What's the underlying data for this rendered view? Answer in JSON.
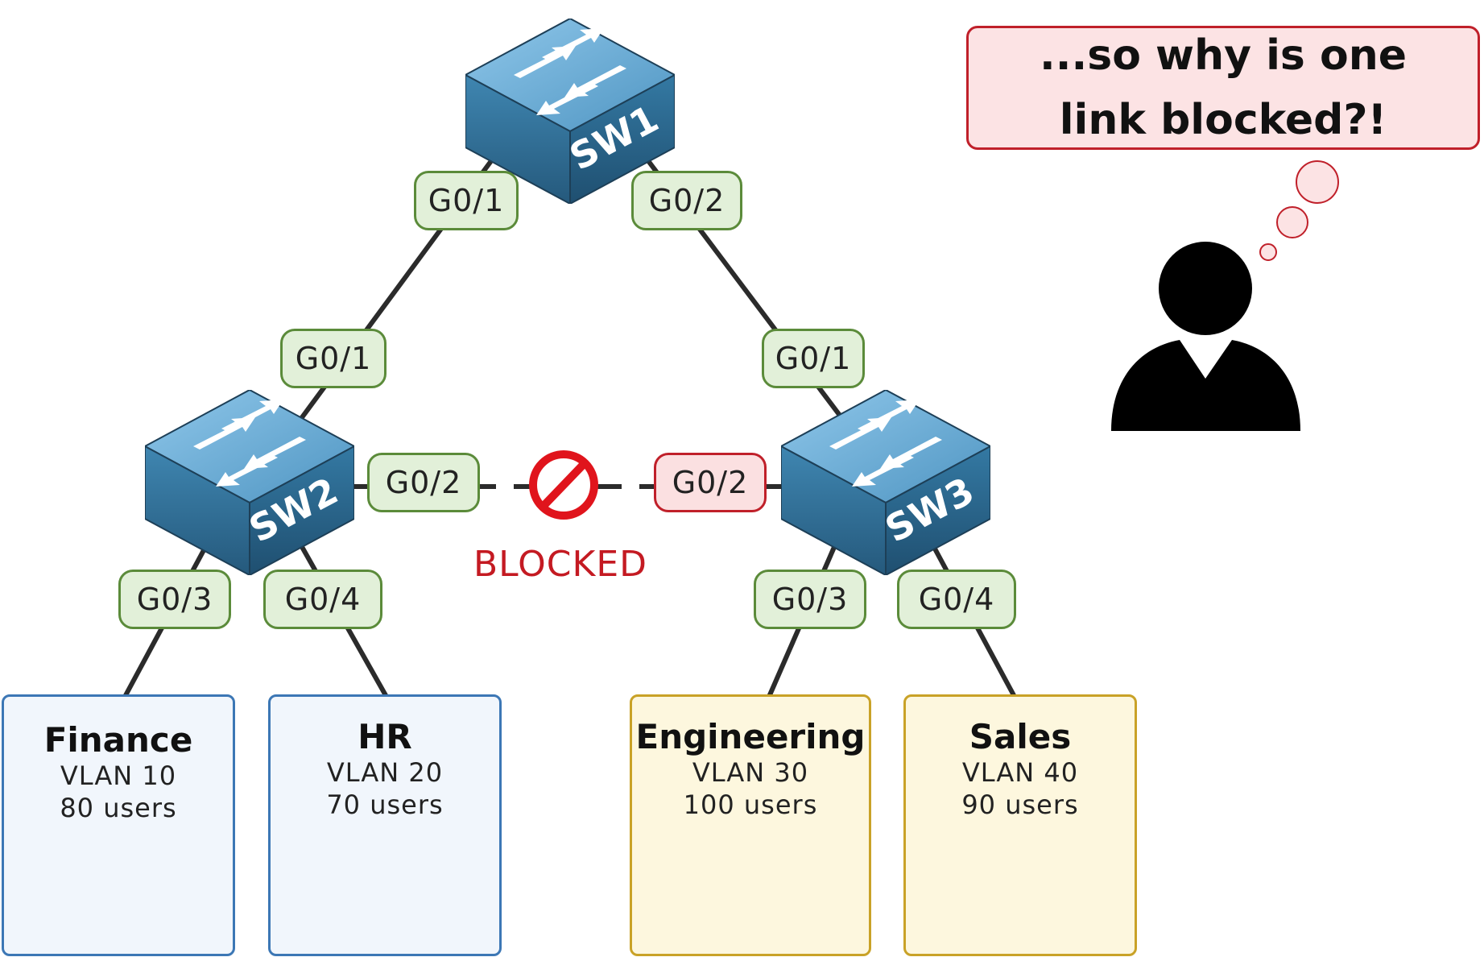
{
  "switches": [
    {
      "id": "sw1",
      "label": "SW1"
    },
    {
      "id": "sw2",
      "label": "SW2"
    },
    {
      "id": "sw3",
      "label": "SW3"
    }
  ],
  "ports": {
    "sw1_g01": "G0/1",
    "sw1_g02": "G0/2",
    "sw2_g01": "G0/1",
    "sw3_g01": "G0/1",
    "sw2_g02": "G0/2",
    "sw3_g02": "G0/2",
    "sw2_g03": "G0/3",
    "sw2_g04": "G0/4",
    "sw3_g03": "G0/3",
    "sw3_g04": "G0/4"
  },
  "blocked_label": "BLOCKED",
  "thought": "...so why is one link blocked?!",
  "groups": [
    {
      "name": "Finance",
      "vlan": "VLAN 10",
      "users": "80 users"
    },
    {
      "name": "HR",
      "vlan": "VLAN 20",
      "users": "70 users"
    },
    {
      "name": "Engineering",
      "vlan": "VLAN 30",
      "users": "100 users"
    },
    {
      "name": "Sales",
      "vlan": "VLAN 40",
      "users": "90 users"
    }
  ],
  "colors": {
    "port_fill": "#e2f0d9",
    "port_border": "#5b8b3a",
    "blocked_red": "#c41a22",
    "blue_border": "#3c77b5",
    "yellow_border": "#c9a227",
    "switch_top": "#6aaed6",
    "switch_side": "#2f6f96"
  }
}
